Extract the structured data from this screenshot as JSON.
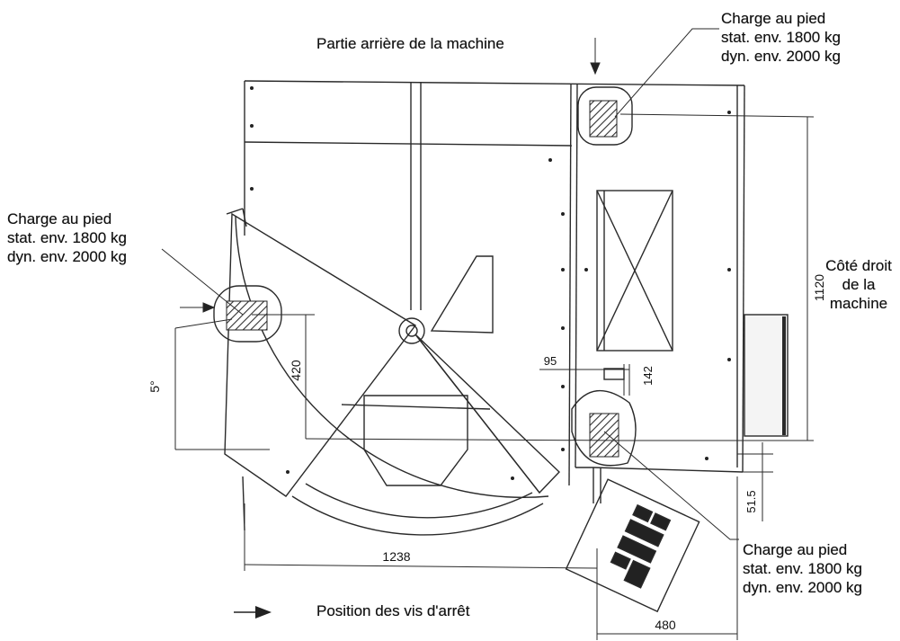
{
  "titles": {
    "rear": "Partie arrière de la machine",
    "right_side": [
      "Côté droit",
      "de la",
      "machine"
    ],
    "legend": "Position des vis d'arrêt"
  },
  "loads": {
    "top_right": [
      "Charge au pied",
      "stat. env. 1800 kg",
      "dyn. env. 2000 kg"
    ],
    "left": [
      "Charge au pied",
      "stat. env. 1800 kg",
      "dyn. env. 2000 kg"
    ],
    "bottom_right": [
      "Charge au pied",
      "stat. env. 1800 kg",
      "dyn. env. 2000 kg"
    ]
  },
  "dimensions": {
    "d1120": "1120",
    "d420": "420",
    "d5deg": "5°",
    "d95": "95",
    "d142": "142",
    "d51_5": "51.5",
    "d1238": "1238",
    "d480": "480"
  },
  "colors": {
    "line": "#2a2a2a",
    "text": "#111111",
    "hatch": "#333333"
  }
}
